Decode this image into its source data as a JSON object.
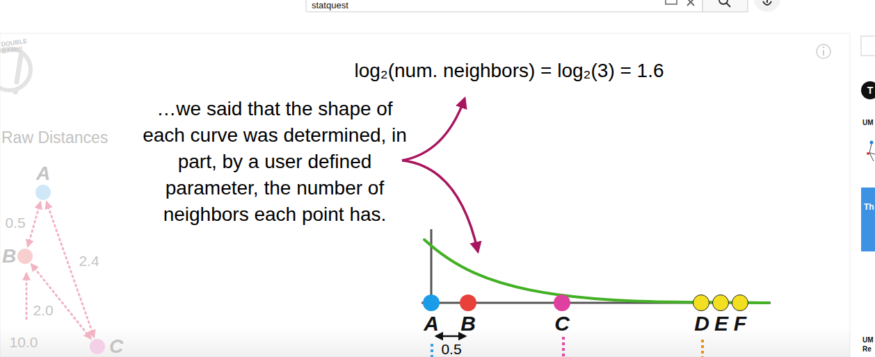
{
  "diagram": {
    "nodes": [
      {
        "text": [
          "A"
        ]
      },
      {
        "text": [
          "B"
        ]
      },
      {
        "text": [
          "C"
        ]
      },
      {
        "text": [
          "A"
        ]
      },
      {
        "text": [
          "B"
        ]
      },
      {
        "text": [
          "C"
        ]
      },
      {
        "text": [
          "D"
        ]
      },
      {
        "text": [
          "E"
        ]
      },
      {
        "text": [
          "F"
        ]
      },
      {
        "text": [
          "T"
        ]
      },
      {
        "text": [
          "Th"
        ]
      }
    ],
    "edges": [
      {
        "from": 0,
        "to": 1,
        "arrow": "both",
        "label": "0.5"
      },
      {
        "from": 0,
        "to": 2,
        "arrow": "both",
        "label": "2.4"
      },
      {
        "from": 1,
        "to": 2,
        "arrow": "both",
        "label": "2.0"
      }
    ],
    "labels": [
      "statquest",
      "DOUBLE BAM!!!",
      "Raw Distances",
      "log₂(num. neighbors) = log₂(3) = 1.6",
      "…we said that the shape of each curve was determined, in part, by a user defined parameter, the number of neighbors each point has.",
      "10.0",
      "0.5",
      "UM",
      "UM",
      "Re"
    ]
  }
}
